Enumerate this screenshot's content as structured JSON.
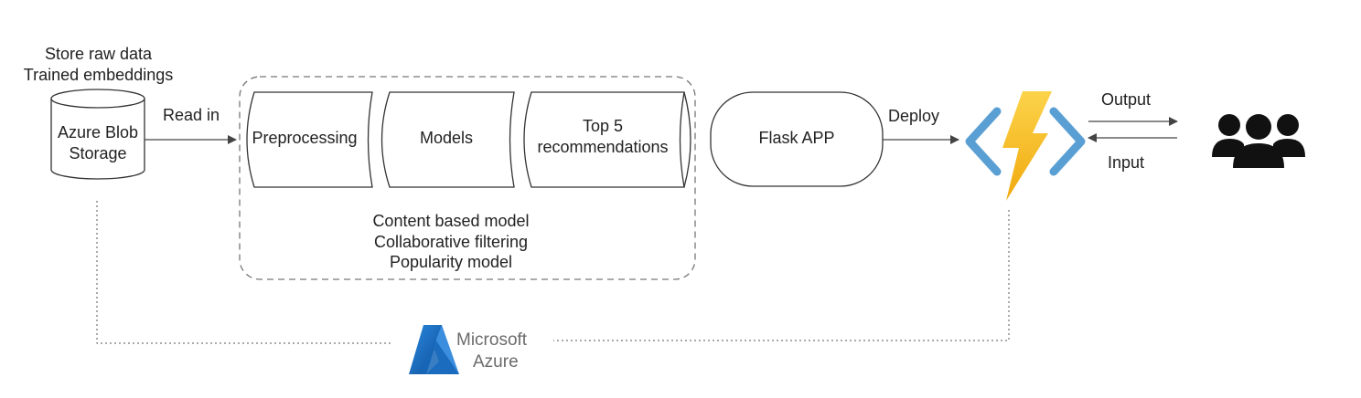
{
  "storage": {
    "caption_line1": "Store raw data",
    "caption_line2": "Trained embeddings",
    "label_line1": "Azure Blob",
    "label_line2": "Storage"
  },
  "edges": {
    "read_in": "Read in",
    "deploy": "Deploy",
    "output": "Output",
    "input": "Input"
  },
  "pipeline": {
    "stage1": "Preprocessing",
    "stage2": "Models",
    "stage3_line1": "Top 5",
    "stage3_line2": "recommendations",
    "models_line1": "Content based model",
    "models_line2": "Collaborative filtering",
    "models_line3": "Popularity model"
  },
  "app": {
    "label": "Flask APP"
  },
  "branding": {
    "line1": "Microsoft",
    "line2": "Azure"
  },
  "icons": {
    "functions": "azure-functions-icon",
    "users": "users-group-icon",
    "azure": "azure-logo-icon"
  },
  "colors": {
    "bolt": "#f5c518",
    "bracket": "#5a9fd4",
    "azure_blue": "#1f6fb8",
    "line": "#444444"
  }
}
